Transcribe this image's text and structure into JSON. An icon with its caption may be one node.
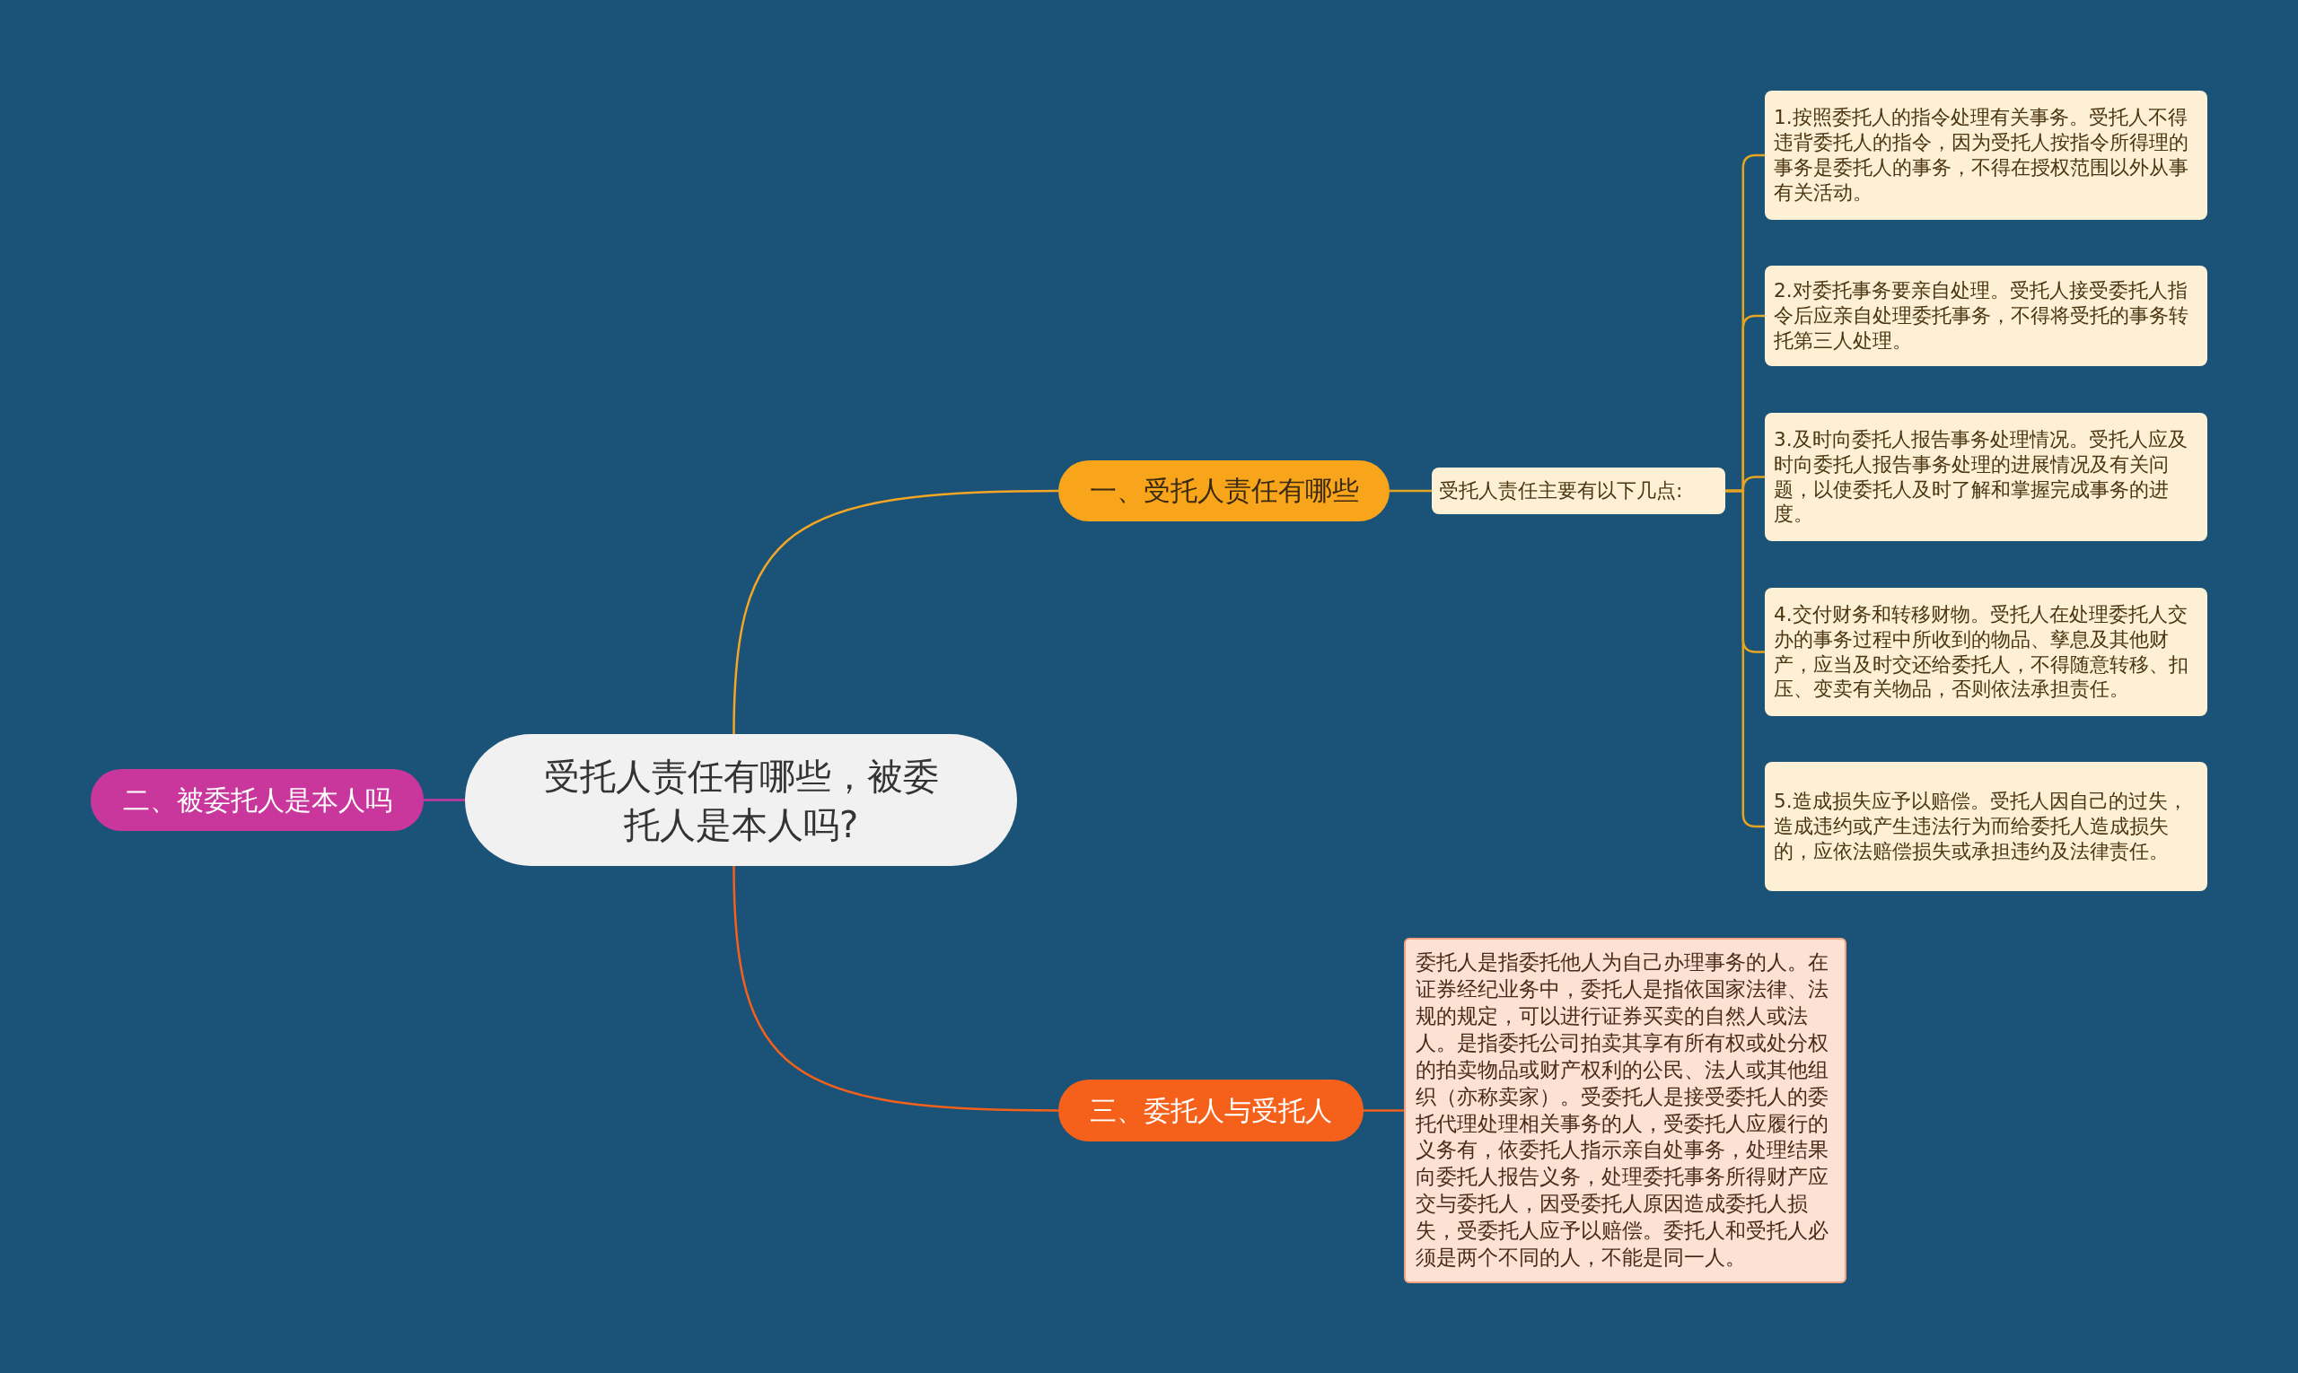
{
  "diagram": {
    "nodes": [
      {
        "text": [
          "受托人责任有哪些，被委托人是本人吗?"
        ]
      },
      {
        "text": [
          "一、受托人责任有哪些"
        ]
      },
      {
        "text": [
          "受托人责任主要有以下几点:"
        ]
      },
      {
        "text": [
          "1.按照委托人的指令处理有关事务。受托人不得违背委托人的指令，因为受托人按指令所得理的事务是委托人的事务，不得在授权范围以外从事有关活动。"
        ]
      },
      {
        "text": [
          "2.对委托事务要亲自处理。受托人接受委托人指令后应亲自处理委托事务，不得将受托的事务转托第三人处理。"
        ]
      },
      {
        "text": [
          "3.及时向委托人报告事务处理情况。受托人应及时向委托人报告事务处理的进展情况及有关问题，以使委托人及时了解和掌握完成事务的进度。"
        ]
      },
      {
        "text": [
          "4.交付财务和转移财物。受托人在处理委托人交办的事务过程中所收到的物品、孳息及其他财产，应当及时交还给委托人，不得随意转移、扣压、变卖有关物品，否则依法承担责任。"
        ]
      },
      {
        "text": [
          "5.造成损失应予以赔偿。受托人因自己的过失，造成违约或产生违法行为而给委托人造成损失的，应依法赔偿损失或承担违约及法律责任。"
        ]
      },
      {
        "text": [
          "二、被委托人是本人吗"
        ]
      },
      {
        "text": [
          "三、委托人与受托人"
        ]
      },
      {
        "text": [
          "委托人是指委托他人为自己办理事务的人。在证券经纪业务中，委托人是指依国家法律、法规的规定，可以进行证券买卖的自然人或法人。是指委托公司拍卖其享有所有权或处分权的拍卖物品或财产权利的公民、法人或其他组织（亦称卖家）。受委托人是接受委托人的委托代理处理相关事务的人，受委托人应履行的义务有，依委托人指示亲自处事务，处理结果向委托人报告义务，处理委托事务所得财产应交与委托人，因受委托人原因造成委托人损失，受委托人应予以赔偿。委托人和受托人必须是两个不同的人，不能是同一人。"
        ]
      }
    ],
    "edges": [
      {
        "from": 0,
        "to": 1,
        "arrow": "none",
        "color": "#f5a623"
      },
      {
        "from": 0,
        "to": 8,
        "arrow": "none",
        "color": "#c9379d"
      },
      {
        "from": 0,
        "to": 9,
        "arrow": "none",
        "color": "#f5611b"
      },
      {
        "from": 1,
        "to": 2,
        "arrow": "none"
      },
      {
        "from": 2,
        "to": 3,
        "arrow": "none"
      },
      {
        "from": 2,
        "to": 4,
        "arrow": "none"
      },
      {
        "from": 2,
        "to": 5,
        "arrow": "none"
      },
      {
        "from": 2,
        "to": 6,
        "arrow": "none"
      },
      {
        "from": 2,
        "to": 7,
        "arrow": "none"
      },
      {
        "from": 9,
        "to": 10,
        "arrow": "none",
        "color": "#f5611b"
      }
    ]
  }
}
